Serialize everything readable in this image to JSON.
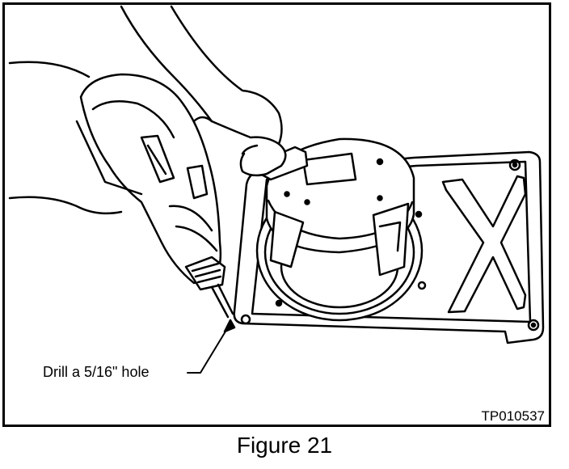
{
  "figure": {
    "callout_text": "Drill a 5/16\" hole",
    "part_code": "TP010537",
    "caption": "Figure 21",
    "subjects": [
      "hand",
      "drill",
      "speaker",
      "speaker-mounting-plate"
    ]
  }
}
